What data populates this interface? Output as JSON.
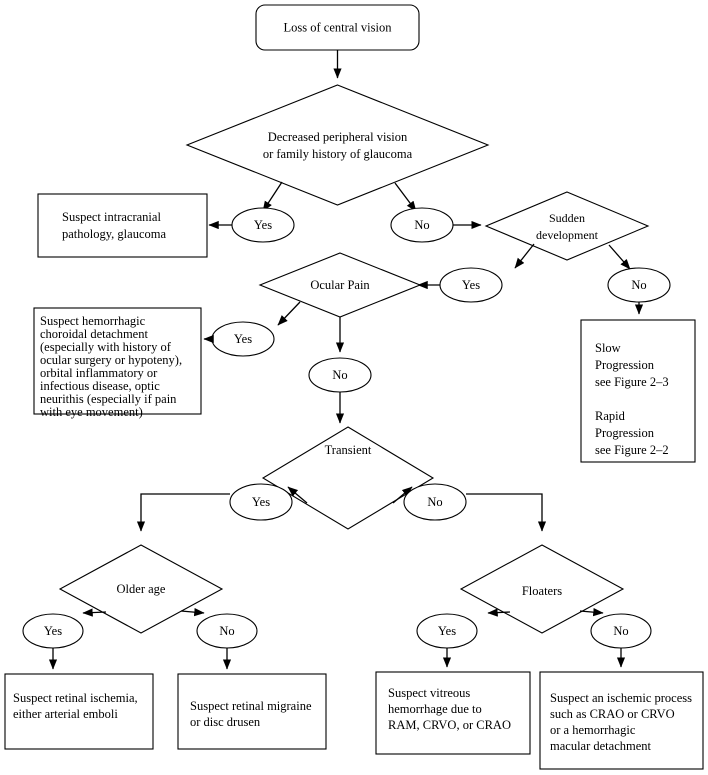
{
  "chart_data": {
    "type": "diagram",
    "title": "Loss of central vision clinical decision flowchart",
    "nodes": [
      {
        "id": "start",
        "shape": "rounded-rect",
        "text": "Loss of central vision"
      },
      {
        "id": "d1",
        "shape": "diamond",
        "text": "Decreased peripheral vision\nor family history of glaucoma"
      },
      {
        "id": "d1_yes",
        "shape": "ellipse",
        "text": "Yes"
      },
      {
        "id": "d1_no",
        "shape": "ellipse",
        "text": "No"
      },
      {
        "id": "box_intracranial",
        "shape": "rect",
        "text": "Suspect intracranial\npathology, glaucoma"
      },
      {
        "id": "d2",
        "shape": "diamond",
        "text": "Sudden\ndevelopment"
      },
      {
        "id": "d2_yes",
        "shape": "ellipse",
        "text": "Yes"
      },
      {
        "id": "d2_no",
        "shape": "ellipse",
        "text": "No"
      },
      {
        "id": "box_progression",
        "shape": "rect",
        "text": "Slow\nProgression\nsee Figure 2–3\n\nRapid\nProgression\nsee Figure 2–2"
      },
      {
        "id": "d3",
        "shape": "diamond",
        "text": "Ocular Pain"
      },
      {
        "id": "d3_yes",
        "shape": "ellipse",
        "text": "Yes"
      },
      {
        "id": "d3_no",
        "shape": "ellipse",
        "text": "No"
      },
      {
        "id": "box_hemorrhagic",
        "shape": "rect",
        "text": "Suspect hemorrhagic choroidal detachment (especially with history of ocular surgery or hypoteny), orbital inflammatory or infectious disease, optic neurithis (especially if pain with eye movement)"
      },
      {
        "id": "d4",
        "shape": "diamond",
        "text": "Transient"
      },
      {
        "id": "d4_yes",
        "shape": "ellipse",
        "text": "Yes"
      },
      {
        "id": "d4_no",
        "shape": "ellipse",
        "text": "No"
      },
      {
        "id": "d5",
        "shape": "diamond",
        "text": "Older age"
      },
      {
        "id": "d5_yes",
        "shape": "ellipse",
        "text": "Yes"
      },
      {
        "id": "d5_no",
        "shape": "ellipse",
        "text": "No"
      },
      {
        "id": "box_ischemia",
        "shape": "rect",
        "text": "Suspect retinal ischemia,\neither arterial emboli"
      },
      {
        "id": "box_migraine",
        "shape": "rect",
        "text": "Suspect retinal migraine\nor disc drusen"
      },
      {
        "id": "d6",
        "shape": "diamond",
        "text": "Floaters"
      },
      {
        "id": "d6_yes",
        "shape": "ellipse",
        "text": "Yes"
      },
      {
        "id": "d6_no",
        "shape": "ellipse",
        "text": "No"
      },
      {
        "id": "box_vitreous",
        "shape": "rect",
        "text": "Suspect vitreous\nhemorrhage due to\nRAM, CRVO, or CRAO"
      },
      {
        "id": "box_ischemic_proc",
        "shape": "rect",
        "text": "Suspect an ischemic process\nsuch as CRAO or CRVO\nor a hemorrhagic\nmacular detachment"
      }
    ],
    "edges": [
      {
        "from": "start",
        "to": "d1"
      },
      {
        "from": "d1",
        "to": "d1_yes"
      },
      {
        "from": "d1",
        "to": "d1_no"
      },
      {
        "from": "d1_yes",
        "to": "box_intracranial"
      },
      {
        "from": "d1_no",
        "to": "d2"
      },
      {
        "from": "d2",
        "to": "d2_yes"
      },
      {
        "from": "d2",
        "to": "d2_no"
      },
      {
        "from": "d2_yes",
        "to": "d3"
      },
      {
        "from": "d2_no",
        "to": "box_progression"
      },
      {
        "from": "d3",
        "to": "d3_yes"
      },
      {
        "from": "d3",
        "to": "d3_no"
      },
      {
        "from": "d3_yes",
        "to": "box_hemorrhagic"
      },
      {
        "from": "d3_no",
        "to": "d4"
      },
      {
        "from": "d4",
        "to": "d4_yes"
      },
      {
        "from": "d4",
        "to": "d4_no"
      },
      {
        "from": "d4_yes",
        "to": "d5"
      },
      {
        "from": "d4_no",
        "to": "d6"
      },
      {
        "from": "d5",
        "to": "d5_yes"
      },
      {
        "from": "d5",
        "to": "d5_no"
      },
      {
        "from": "d5_yes",
        "to": "box_ischemia"
      },
      {
        "from": "d5_no",
        "to": "box_migraine"
      },
      {
        "from": "d6",
        "to": "d6_yes"
      },
      {
        "from": "d6",
        "to": "d6_no"
      },
      {
        "from": "d6_yes",
        "to": "box_vitreous"
      },
      {
        "from": "d6_no",
        "to": "box_ischemic_proc"
      }
    ],
    "colors": {
      "stroke": "#000000",
      "fill": "#ffffff",
      "text": "#000000"
    }
  },
  "start": {
    "label": "Loss of central vision"
  },
  "decision_peripheral": {
    "line1": "Decreased peripheral vision",
    "line2": "or family history of glaucoma",
    "yes": "Yes",
    "no": "No"
  },
  "box_intracranial": {
    "line1": "Suspect intracranial",
    "line2": "pathology, glaucoma"
  },
  "decision_sudden": {
    "line1": "Sudden",
    "line2": "development",
    "yes": "Yes",
    "no": "No"
  },
  "box_progression": {
    "line1": "Slow",
    "line2": "Progression",
    "line3": "see Figure 2–3",
    "line4": "Rapid",
    "line5": "Progression",
    "line6": "see Figure 2–2"
  },
  "decision_ocular_pain": {
    "label": "Ocular Pain",
    "yes": "Yes",
    "no": "No"
  },
  "box_hemorrhagic": {
    "line1": "Suspect hemorrhagic",
    "line2": "choroidal detachment",
    "line3": "(especially with history of",
    "line4": "ocular surgery or hypoteny),",
    "line5": "orbital inflammatory or",
    "line6": "infectious disease, optic",
    "line7": "neurithis (especially if pain",
    "line8": "with eye movement)"
  },
  "decision_transient": {
    "label": "Transient",
    "yes": "Yes",
    "no": "No"
  },
  "decision_older_age": {
    "label": "Older age",
    "yes": "Yes",
    "no": "No"
  },
  "box_ischemia": {
    "line1": "Suspect retinal ischemia,",
    "line2": "either arterial emboli"
  },
  "box_migraine": {
    "line1": "Suspect retinal migraine",
    "line2": "or disc drusen"
  },
  "decision_floaters": {
    "label": "Floaters",
    "yes": "Yes",
    "no": "No"
  },
  "box_vitreous": {
    "line1": "Suspect vitreous",
    "line2": "hemorrhage due to",
    "line3": "RAM, CRVO, or CRAO"
  },
  "box_ischemic_process": {
    "line1": "Suspect an ischemic process",
    "line2": "such as CRAO or CRVO",
    "line3": "or a hemorrhagic",
    "line4": "macular detachment"
  }
}
